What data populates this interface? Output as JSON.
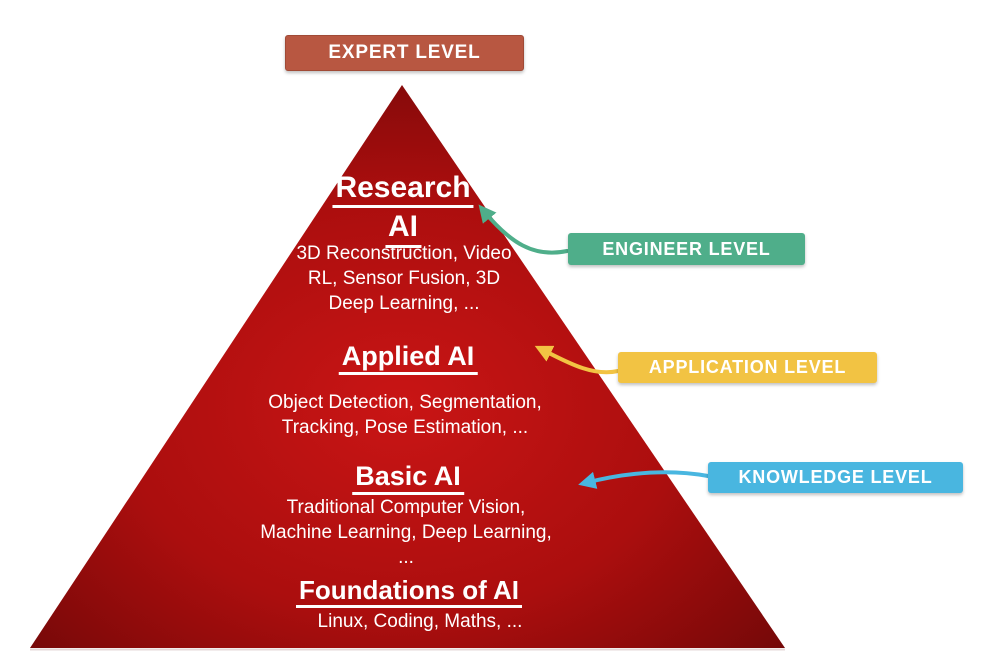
{
  "title_labels": {
    "expert": "EXPERT LEVEL",
    "engineer": "ENGINEER LEVEL",
    "application": "APPLICATION LEVEL",
    "knowledge": "KNOWLEDGE LEVEL"
  },
  "colors": {
    "expert_box": "#b85741",
    "expert_box_border": "#a04a36",
    "engineer_box": "#4fae8a",
    "application_box": "#f2c343",
    "knowledge_box": "#49b6e0",
    "pyramid_center": "#c91515",
    "pyramid_mid": "#ab0e0e",
    "pyramid_edge": "#720808",
    "base_line": "#e6d8d8",
    "text": "#ffffff"
  },
  "pyramid": {
    "tiers": [
      {
        "title": "Research AI",
        "title_lines": [
          "Research",
          "AI"
        ],
        "desc_lines": [
          "3D Reconstruction, Video",
          "RL, Sensor Fusion, 3D",
          "Deep Learning, ..."
        ]
      },
      {
        "title": "Applied AI",
        "title_lines": [
          "Applied AI"
        ],
        "desc_lines": [
          "Object Detection, Segmentation,",
          "Tracking, Pose Estimation, ..."
        ]
      },
      {
        "title": "Basic AI",
        "title_lines": [
          "Basic AI"
        ],
        "desc_lines": [
          "Traditional Computer Vision,",
          "Machine Learning, Deep Learning,",
          "..."
        ]
      },
      {
        "title": "Foundations of AI",
        "title_lines": [
          "Foundations of AI"
        ],
        "desc_lines": [
          "Linux, Coding, Maths, ..."
        ]
      }
    ]
  }
}
